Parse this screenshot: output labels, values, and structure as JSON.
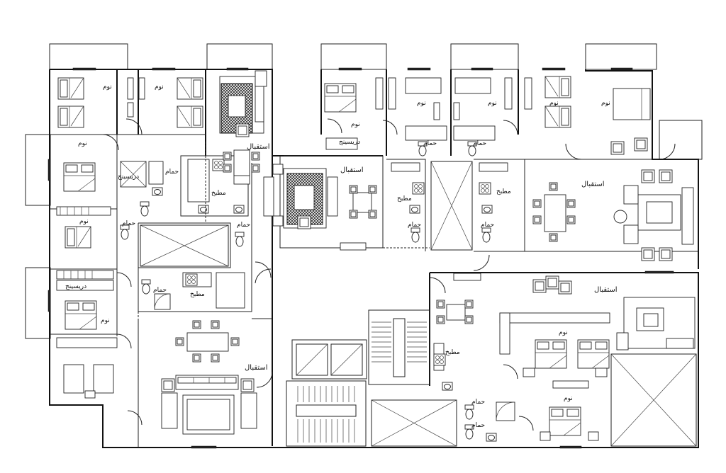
{
  "labels": {
    "bedroom": "نوم",
    "bath": "حمام",
    "kitchen": "مطبخ",
    "reception": "استقبال",
    "dressing": "دريسينج"
  }
}
